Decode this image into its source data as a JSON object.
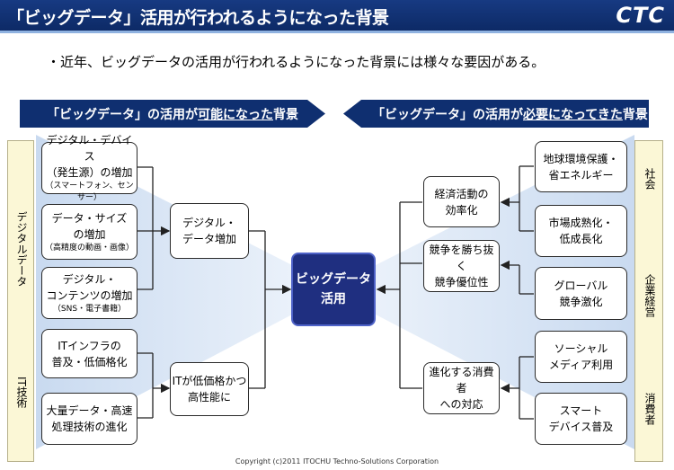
{
  "header": {
    "title": "「ビッグデータ」活用が行われるようになった背景",
    "logo": "CTC"
  },
  "subtitle": "・近年、ビッグデータの活用が行われるようになった背景には様々な要因がある。",
  "banner_left": {
    "pre": "「ビッグデータ」の活用が",
    "emph": "可能になった",
    "post": "背景"
  },
  "banner_right": {
    "pre": "「ビッグデータ」の活用が",
    "emph": "必要になってきた",
    "post": "背景"
  },
  "side_left": {
    "top": "デジタルデータ",
    "bottom": "IT技術"
  },
  "side_right": {
    "top": "社会",
    "middle": "企業経営",
    "bottom": "消費者"
  },
  "left_boxes": [
    {
      "line1": "デジタル・デバイス",
      "line2": "（発生源）の増加",
      "note": "（スマートフォン、センサー）"
    },
    {
      "line1": "データ・サイズ",
      "line2": "の増加",
      "note": "（高精度の動画・画像）"
    },
    {
      "line1": "デジタル・",
      "line2": "コンテンツの増加",
      "note": "（SNS・電子書籍）"
    },
    {
      "line1": "ITインフラの",
      "line2": "普及・低価格化"
    },
    {
      "line1": "大量データ・高速",
      "line2": "処理技術の進化"
    }
  ],
  "left_mid": [
    {
      "line1": "デジタル・",
      "line2": "データ増加"
    },
    {
      "line1": "ITが低価格かつ",
      "line2": "高性能に"
    }
  ],
  "center": {
    "line1": "ビッグデータ",
    "line2": "活用"
  },
  "right_mid": [
    {
      "line1": "経済活動の",
      "line2": "効率化"
    },
    {
      "line1": "競争を勝ち抜く",
      "line2": "競争優位性"
    },
    {
      "line1": "進化する消費者",
      "line2": "への対応"
    }
  ],
  "right_boxes": [
    {
      "line1": "地球環境保護・",
      "line2": "省エネルギー"
    },
    {
      "line1": "市場成熟化・",
      "line2": "低成長化"
    },
    {
      "line1": "グローバル",
      "line2": "競争激化"
    },
    {
      "line1": "ソーシャル",
      "line2": "メディア利用"
    },
    {
      "line1": "スマート",
      "line2": "デバイス普及"
    }
  ],
  "footer": "Copyright (c)2011 ITOCHU Techno-Solutions Corporation",
  "colors": {
    "navy": "#0f2f70",
    "center": "#1f2f80",
    "sidebar": "#fbf7d6",
    "wedge": "#dce8f5"
  }
}
